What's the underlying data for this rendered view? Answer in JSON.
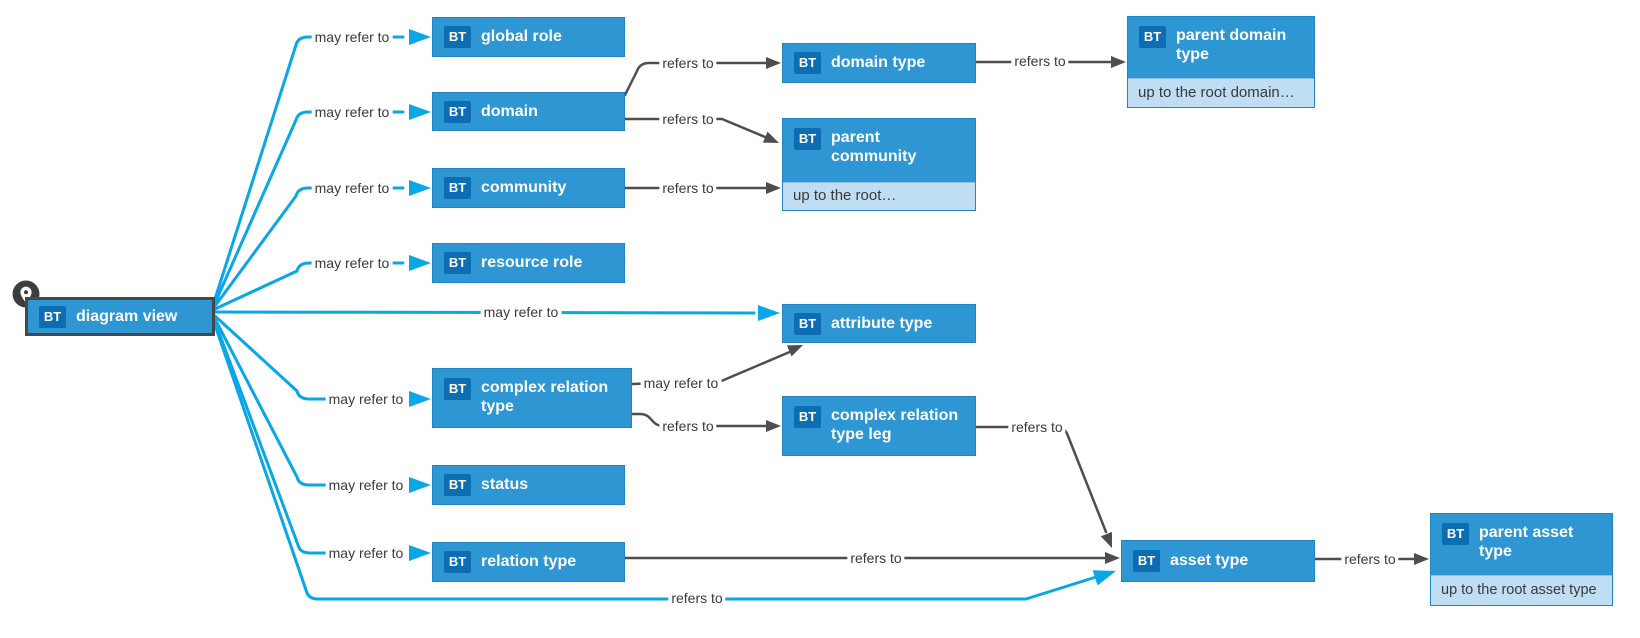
{
  "badge": "BT",
  "nodes": {
    "diagram_view": {
      "label": "diagram view"
    },
    "global_role": {
      "label": "global role"
    },
    "domain": {
      "label": "domain"
    },
    "community": {
      "label": "community"
    },
    "resource_role": {
      "label": "resource role"
    },
    "attribute_type": {
      "label": "attribute type"
    },
    "complex_relation_type": {
      "label": "complex relation type"
    },
    "status": {
      "label": "status"
    },
    "relation_type": {
      "label": "relation type"
    },
    "domain_type": {
      "label": "domain type"
    },
    "parent_community": {
      "label": "parent community",
      "note": "up to the root…"
    },
    "parent_domain_type": {
      "label": "parent domain type",
      "note": "up to the root domain…"
    },
    "complex_relation_type_leg": {
      "label": "complex relation type leg"
    },
    "asset_type": {
      "label": "asset type"
    },
    "parent_asset_type": {
      "label": "parent asset type",
      "note": "up to the root asset type"
    }
  },
  "edges": [
    {
      "from": "diagram_view",
      "to": "global_role",
      "label": "may refer to",
      "color": "#09A6E8"
    },
    {
      "from": "diagram_view",
      "to": "domain",
      "label": "may refer to",
      "color": "#09A6E8"
    },
    {
      "from": "diagram_view",
      "to": "community",
      "label": "may refer to",
      "color": "#09A6E8"
    },
    {
      "from": "diagram_view",
      "to": "resource_role",
      "label": "may refer to",
      "color": "#09A6E8"
    },
    {
      "from": "diagram_view",
      "to": "attribute_type",
      "label": "may refer to",
      "color": "#09A6E8"
    },
    {
      "from": "diagram_view",
      "to": "complex_relation_type",
      "label": "may refer to",
      "color": "#09A6E8"
    },
    {
      "from": "diagram_view",
      "to": "status",
      "label": "may refer to",
      "color": "#09A6E8"
    },
    {
      "from": "diagram_view",
      "to": "relation_type",
      "label": "may refer to",
      "color": "#09A6E8"
    },
    {
      "from": "diagram_view",
      "to": "asset_type",
      "label": "refers to",
      "color": "#09A6E8"
    },
    {
      "from": "domain",
      "to": "domain_type",
      "label": "refers to",
      "color": "#4E4E4E"
    },
    {
      "from": "domain",
      "to": "parent_community",
      "label": "refers to",
      "color": "#4E4E4E"
    },
    {
      "from": "community",
      "to": "parent_community",
      "label": "refers to",
      "color": "#4E4E4E"
    },
    {
      "from": "domain_type",
      "to": "parent_domain_type",
      "label": "refers to",
      "color": "#4E4E4E"
    },
    {
      "from": "complex_relation_type",
      "to": "attribute_type",
      "label": "may refer to",
      "color": "#4E4E4E"
    },
    {
      "from": "complex_relation_type",
      "to": "complex_relation_type_leg",
      "label": "refers to",
      "color": "#4E4E4E"
    },
    {
      "from": "complex_relation_type_leg",
      "to": "asset_type",
      "label": "refers to",
      "color": "#4E4E4E"
    },
    {
      "from": "relation_type",
      "to": "asset_type",
      "label": "refers to",
      "color": "#4E4E4E"
    },
    {
      "from": "asset_type",
      "to": "parent_asset_type",
      "label": "refers to",
      "color": "#4E4E4E"
    }
  ],
  "colors": {
    "node_fill": "#2D96D3",
    "node_border": "#2185C2",
    "badge_fill": "#0C6DB3",
    "note_fill": "#BFDDF3",
    "link_blue": "#09A6E8",
    "link_gray": "#4E4E4E"
  }
}
